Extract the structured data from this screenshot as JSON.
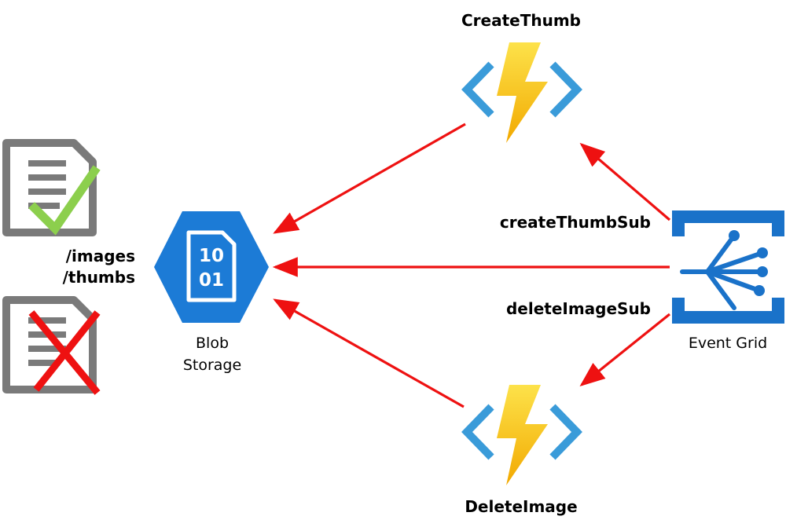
{
  "functions": {
    "create": {
      "label": "CreateThumb",
      "icon": "azure-function-icon"
    },
    "delete": {
      "label": "DeleteImage",
      "icon": "azure-function-icon"
    }
  },
  "blob_storage": {
    "label_line1": "Blob",
    "label_line2": "Storage",
    "icon_bits_line1": "10",
    "icon_bits_line2": "01",
    "icon": "blob-storage-icon"
  },
  "containers": {
    "images_label": "/images",
    "thumbs_label": "/thumbs"
  },
  "event_grid": {
    "label": "Event Grid",
    "icon": "event-grid-icon"
  },
  "subscriptions": {
    "create": "createThumbSub",
    "delete": "deleteImageSub"
  },
  "documents": [
    {
      "name": "document-created",
      "icon": "document-check-icon"
    },
    {
      "name": "document-deleted",
      "icon": "document-x-icon"
    }
  ],
  "colors": {
    "arrow": "#ee1111",
    "azure_blue": "#1c7bd6",
    "event_grid_blue": "#1a72c9",
    "function_bracket": "#3a9bd9",
    "bolt_yellow": "#fcd116",
    "bolt_orange": "#f2a900",
    "doc_gray": "#7a7a7a",
    "check_green": "#8ccf4d",
    "cross_red": "#ee1111"
  }
}
